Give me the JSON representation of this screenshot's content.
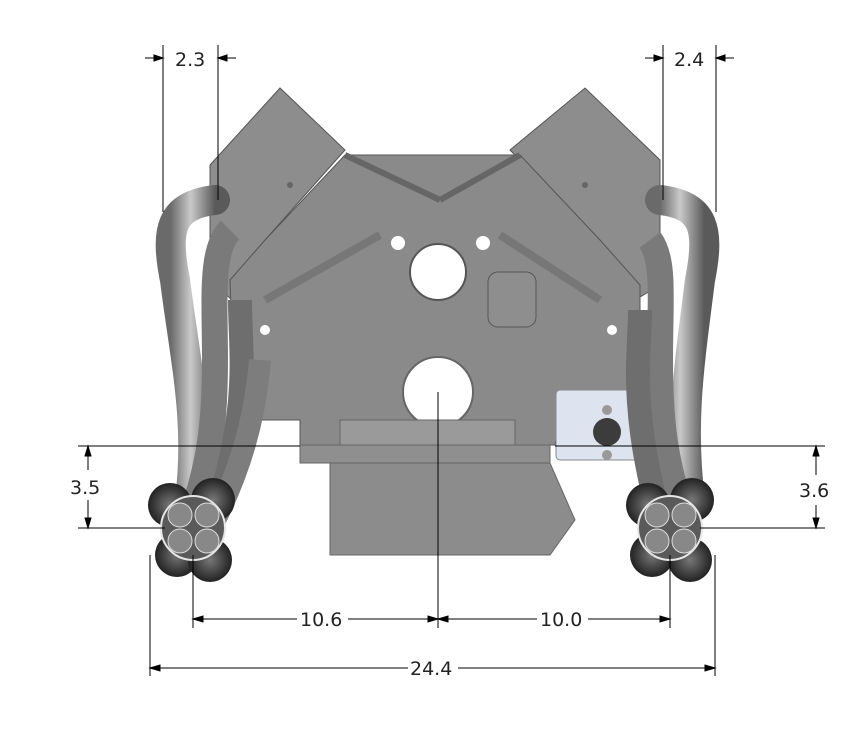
{
  "drawing": {
    "subject": "V8 engine block front view with headers",
    "colors": {
      "block": "#8a8a8a",
      "block_dark": "#6e6e6e",
      "block_light": "#a8a8a8",
      "pipe": "#8f8f8f",
      "pipe_dark": "#3c3c3c",
      "bracket": "#dde3ef",
      "dim_line": "#000000",
      "background": "#ffffff"
    }
  },
  "dimensions": {
    "top_left": "2.3",
    "top_right": "2.4",
    "left_vertical": "3.5",
    "right_vertical": "3.6",
    "bottom_left": "10.6",
    "bottom_right": "10.0",
    "overall": "24.4"
  }
}
